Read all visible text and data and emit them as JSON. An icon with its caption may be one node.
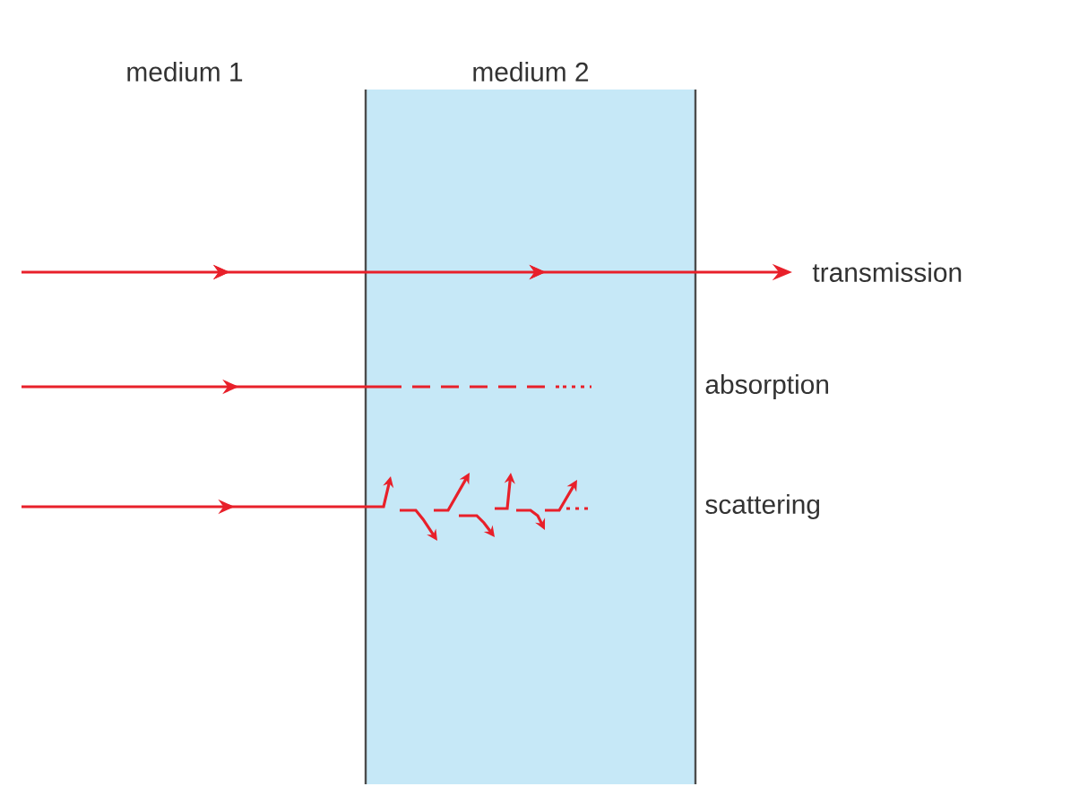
{
  "diagram": {
    "labels": [
      "medium 1",
      "medium 2",
      "transmission",
      "absorption",
      "scattering"
    ]
  }
}
